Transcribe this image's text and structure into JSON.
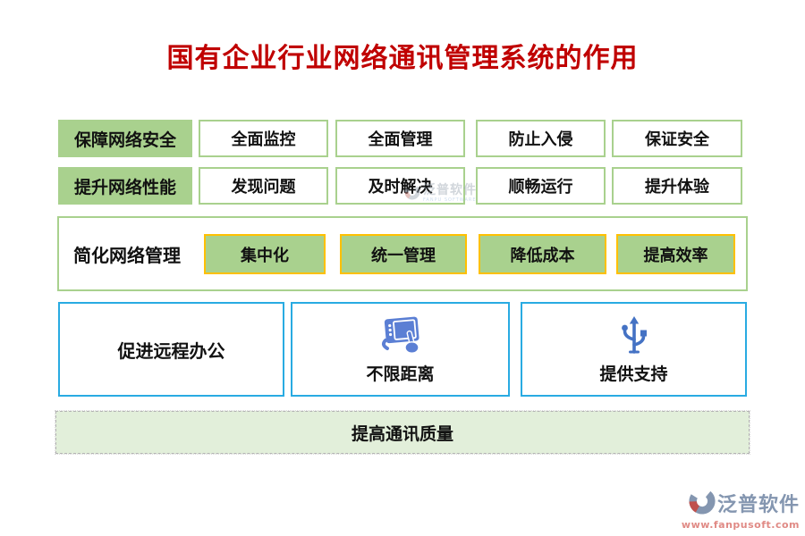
{
  "title": "国有企业行业网络通讯管理系统的作用",
  "colors": {
    "title_red": "#c00000",
    "green_fill": "#a9d18e",
    "green_border": "#a9d18e",
    "orange_border": "#ffc000",
    "blue_border": "#29abe2",
    "icon_blue": "#4472c4",
    "bar_fill": "#e2efda"
  },
  "benefit_rows": [
    {
      "label": "保障网络安全",
      "items": [
        "全面监控",
        "全面管理",
        "防止入侵",
        "保证安全"
      ]
    },
    {
      "label": "提升网络性能",
      "items": [
        "发现问题",
        "及时解决",
        "顺畅运行",
        "提升体验"
      ]
    }
  ],
  "management_row": {
    "label": "简化网络管理",
    "items": [
      "集中化",
      "统一管理",
      "降低成本",
      "提高效率"
    ]
  },
  "feature_cards": [
    {
      "label": "促进远程办公",
      "icon": "none"
    },
    {
      "label": "不限距离",
      "icon": "tablet-touch-icon"
    },
    {
      "label": "提供支持",
      "icon": "usb-icon"
    }
  ],
  "bottom_bar": {
    "label": "提高通讯质量"
  },
  "watermark": {
    "brand": "泛普软件",
    "subtext": "FANPU SOFTWARE"
  },
  "logo": {
    "brand": "泛普软件",
    "url": "www.fanpusoft.com"
  }
}
